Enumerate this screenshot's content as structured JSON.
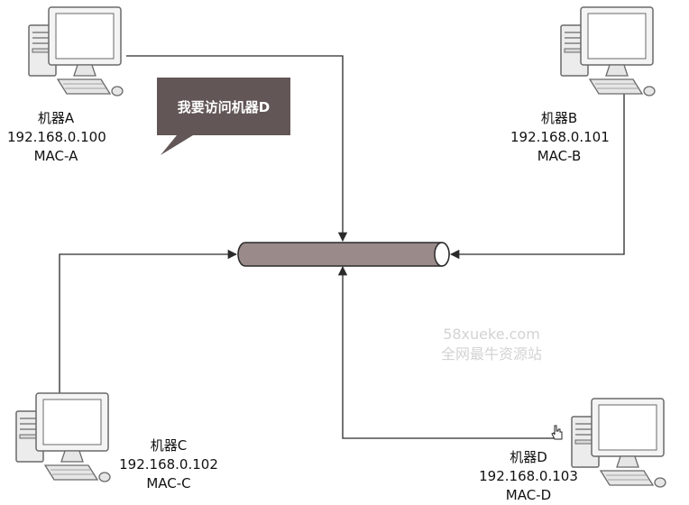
{
  "speech_bubble": {
    "text": "我要访问机器D"
  },
  "machines": [
    {
      "id": "a",
      "name": "机器A",
      "ip": "192.168.0.100",
      "mac": "MAC-A"
    },
    {
      "id": "b",
      "name": "机器B",
      "ip": "192.168.0.101",
      "mac": "MAC-B"
    },
    {
      "id": "c",
      "name": "机器C",
      "ip": "192.168.0.102",
      "mac": "MAC-C"
    },
    {
      "id": "d",
      "name": "机器D",
      "ip": "192.168.0.103",
      "mac": "MAC-D"
    }
  ],
  "watermark": {
    "line1": "58xueke.com",
    "line2": "全网最牛资源站"
  },
  "colors": {
    "bus_fill": "#9a8a8a",
    "bubble_fill": "#635656",
    "computer_body": "#ececec",
    "computer_outline": "#6a6a6a",
    "line": "#2a2a2a"
  }
}
